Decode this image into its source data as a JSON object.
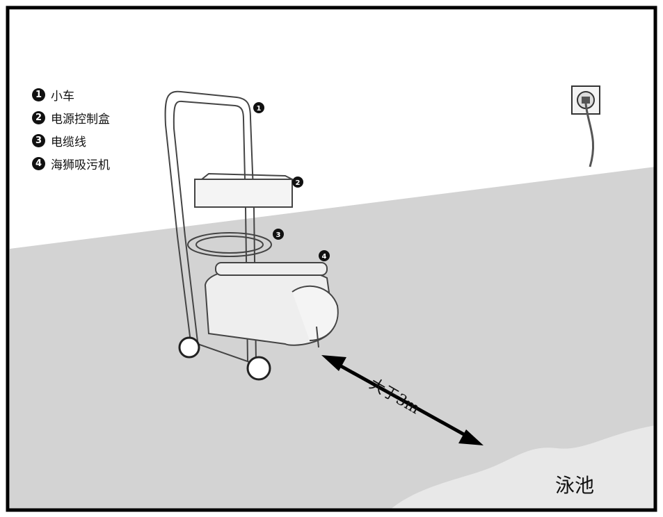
{
  "legend": [
    {
      "number": "1",
      "label": "小车"
    },
    {
      "number": "2",
      "label": "电源控制盒"
    },
    {
      "number": "3",
      "label": "电缆线"
    },
    {
      "number": "4",
      "label": "海狮吸污机"
    }
  ],
  "callouts": [
    "1",
    "2",
    "3",
    "4"
  ],
  "distance_label": "大于3m",
  "pool_label": "泳池",
  "colors": {
    "floor": "#d3d3d3",
    "wall": "#ffffff",
    "pool": "#e6e6e6",
    "ink": "#111111"
  }
}
